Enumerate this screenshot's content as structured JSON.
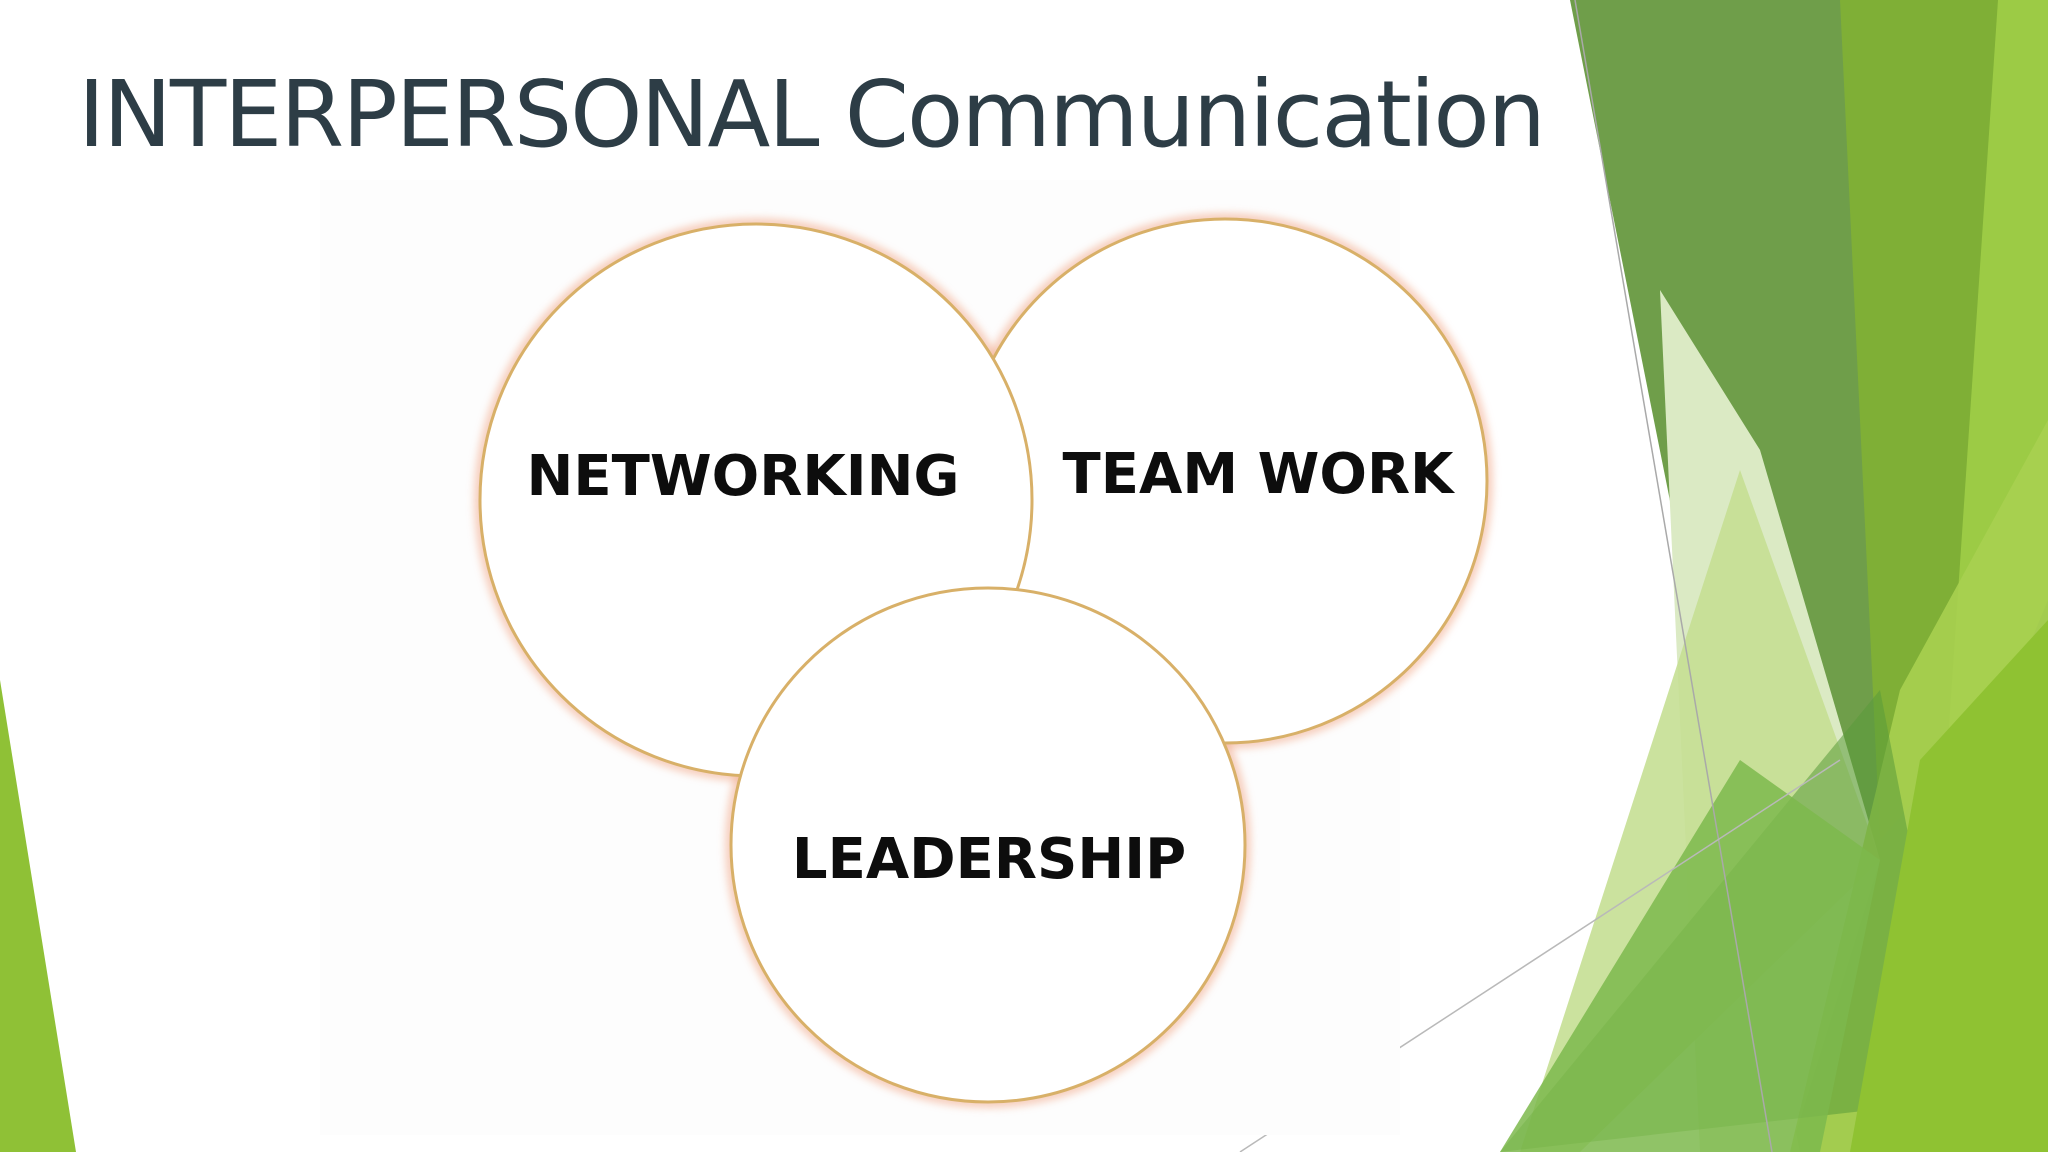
{
  "slide": {
    "title": "INTERPERSONAL Communication"
  },
  "diagram": {
    "type": "venn",
    "circles": [
      {
        "id": "networking",
        "label": "NETWORKING"
      },
      {
        "id": "team-work",
        "label": "TEAM WORK"
      },
      {
        "id": "leadership",
        "label": "LEADERSHIP"
      }
    ],
    "colors": {
      "circle_fill": "#ffffff",
      "circle_stroke": "#d8b068",
      "circle_glow": "#f2a98a",
      "label": "#0d0d0d"
    }
  },
  "theme": {
    "colors": {
      "title": "#2d3d46",
      "green_dark": "#5f9440",
      "green_mid": "#7ab33b",
      "green_light": "#a6cf55",
      "green_pale": "#dcebc2"
    }
  }
}
